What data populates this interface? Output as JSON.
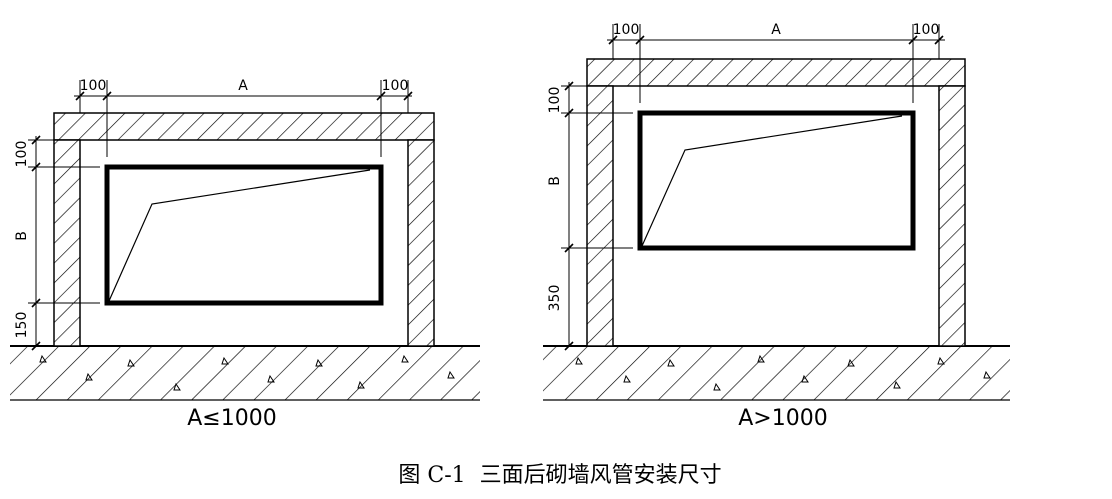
{
  "left_diagram": {
    "dim_top_left": "100",
    "dim_top_mid": "A",
    "dim_top_right": "100",
    "dim_side_top": "100",
    "dim_side_mid": "B",
    "dim_side_bottom": "150",
    "caption": "A≤1000"
  },
  "right_diagram": {
    "dim_top_left": "100",
    "dim_top_mid": "A",
    "dim_top_right": "100",
    "dim_side_top": "100",
    "dim_side_mid": "B",
    "dim_side_bottom": "350",
    "caption": "A>1000"
  },
  "figure_caption": "图 C-1  三面后砌墙风管安装尺寸"
}
